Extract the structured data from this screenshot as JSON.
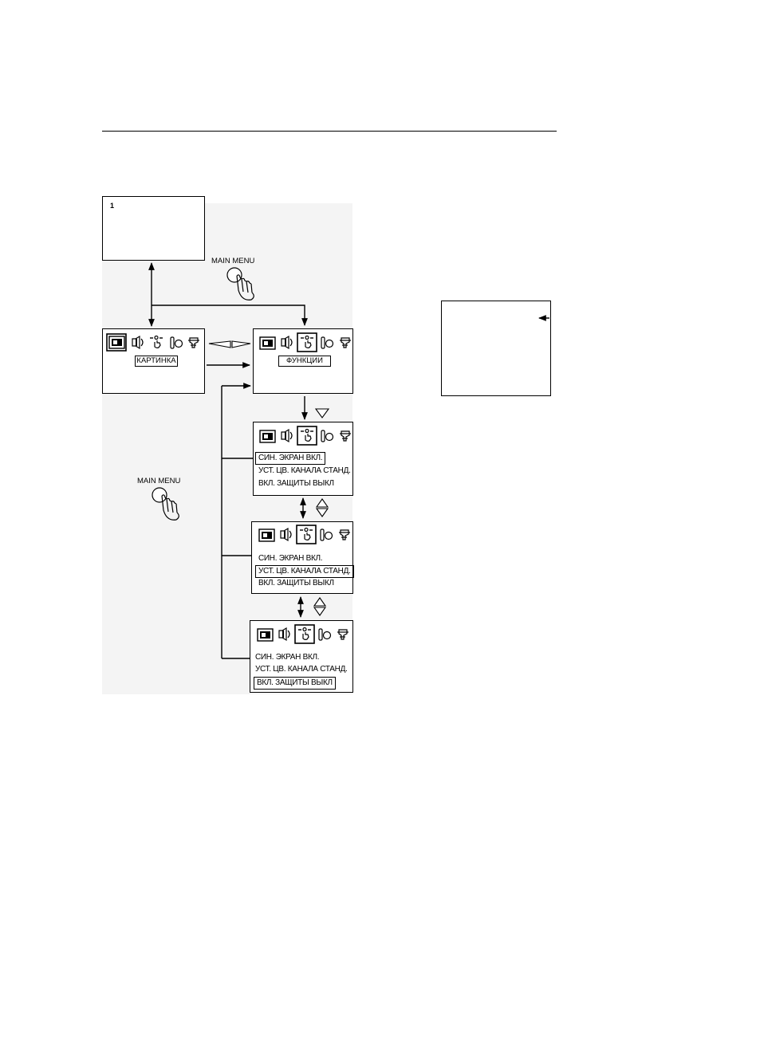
{
  "channel_number": "1",
  "main_menu_label": "MAIN MENU",
  "tabs": {
    "picture": "КАРТИНКА",
    "functions": "ФУНКЦИИ"
  },
  "function_items": [
    "СИН. ЭКРАН ВКЛ.",
    "УСТ. ЦВ. КАНАЛА СТАНД.",
    "ВКЛ. ЗАЩИТЫ ВЫКЛ"
  ],
  "icons": [
    "picture-icon",
    "sound-icon",
    "functions-icon",
    "channel-icon",
    "setup-icon"
  ],
  "colors": {
    "ink": "#000000",
    "background": "#ffffff",
    "shade": "#d8d8d8"
  }
}
